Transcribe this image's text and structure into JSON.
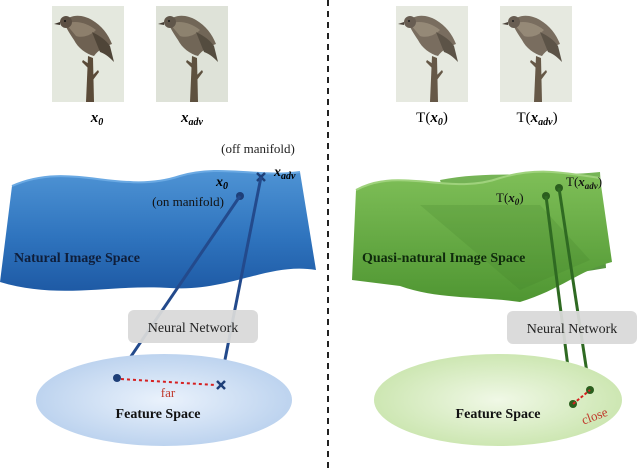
{
  "left_panel": {
    "images": [
      {
        "label": "x",
        "subscript": "0"
      },
      {
        "label": "x",
        "subscript": "adv"
      }
    ],
    "off_manifold_label": "(off manifold)",
    "x_adv_label": {
      "label": "x",
      "subscript": "adv"
    },
    "x0_label": {
      "label": "x",
      "subscript": "0"
    },
    "on_manifold_label": "(on manifold)",
    "space_label": "Natural Image Space",
    "network_label": "Neural Network",
    "distance_label": "far",
    "feature_label": "Feature Space"
  },
  "right_panel": {
    "images": [
      {
        "prefix": "T(",
        "label": "x",
        "subscript": "0",
        "suffix": ")"
      },
      {
        "prefix": "T(",
        "label": "x",
        "subscript": "adv",
        "suffix": ")"
      }
    ],
    "t_x0_label": {
      "prefix": "T(",
      "label": "x",
      "subscript": "0",
      "suffix": ")"
    },
    "t_xadv_label": {
      "prefix": "T(",
      "label": "x",
      "subscript": "adv",
      "suffix": ")"
    },
    "space_label": "Quasi-natural Image Space",
    "network_label": "Neural Network",
    "distance_label": "close",
    "feature_label": "Feature Space"
  },
  "colors": {
    "blue_dark": "#234a8c",
    "green_dark": "#2f6a22",
    "red_dashed": "#d62020",
    "far_text": "#c0392b",
    "close_text": "#c0392b"
  }
}
